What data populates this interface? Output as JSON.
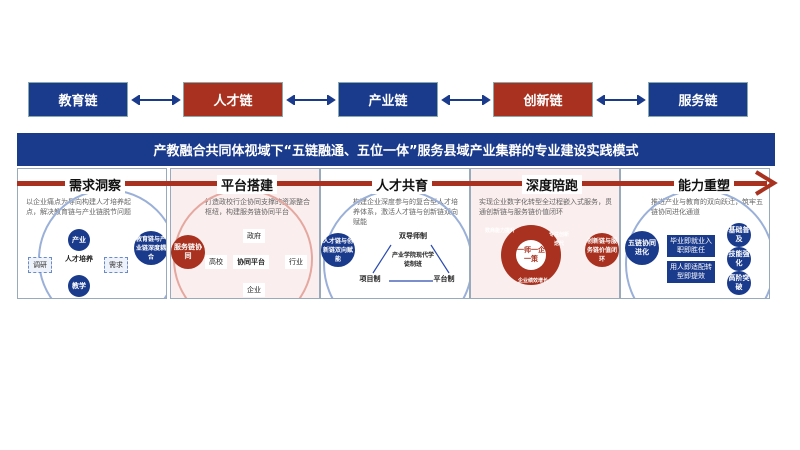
{
  "chains": [
    "教育链",
    "人才链",
    "产业链",
    "创新链",
    "服务链"
  ],
  "title": "产教融合共同体视域下“五链融通、五位一体”服务县域产业集群的专业建设实践模式",
  "panels": [
    {
      "title": "需求洞察",
      "desc": "以企业痛点为导向构建人才培养起点，解决教育链与产业链脱节问题",
      "center": "人才培养",
      "top": "产业",
      "bottom": "教学",
      "left": "调研",
      "right": "需求",
      "side": "教育链与产业链深度耦合"
    },
    {
      "title": "平台搭建",
      "desc": "打造政校行企协同支撑的资源整合枢纽，构建服务链协同平台",
      "side": "服务链协同",
      "center": "协同平台",
      "top": "政府",
      "bottom": "企业",
      "left": "高校",
      "right": "行业"
    },
    {
      "title": "人才共育",
      "desc": "构建企业深度参与的复合型人才培养体系，激活人才链与创新链双向赋能",
      "side": "人才链与创新链双向赋能",
      "top": "双导师制",
      "center": "产业学院现代学徒制班",
      "left": "项目制",
      "right": "平台制"
    },
    {
      "title": "深度陪跑",
      "desc": "实现企业数字化转型全过程嵌入式服务，贯通创新链与服务链价值闭环",
      "cycle_center": "一师一企一策",
      "cycle": [
        "数商能力提升",
        "专注创新迭代",
        "企业绩效增长"
      ],
      "side": "创新链与服务链价值闭环"
    },
    {
      "title": "能力重塑",
      "desc": "推进产业与教育的双向跃迁，筑牢五链协同进化通道",
      "side": "五链协同进化",
      "boxes": [
        "毕业即就业入职即胜任",
        "用人即适配转型即提效"
      ],
      "circles": [
        "基础普及",
        "技能强化",
        "高阶突破"
      ]
    }
  ]
}
